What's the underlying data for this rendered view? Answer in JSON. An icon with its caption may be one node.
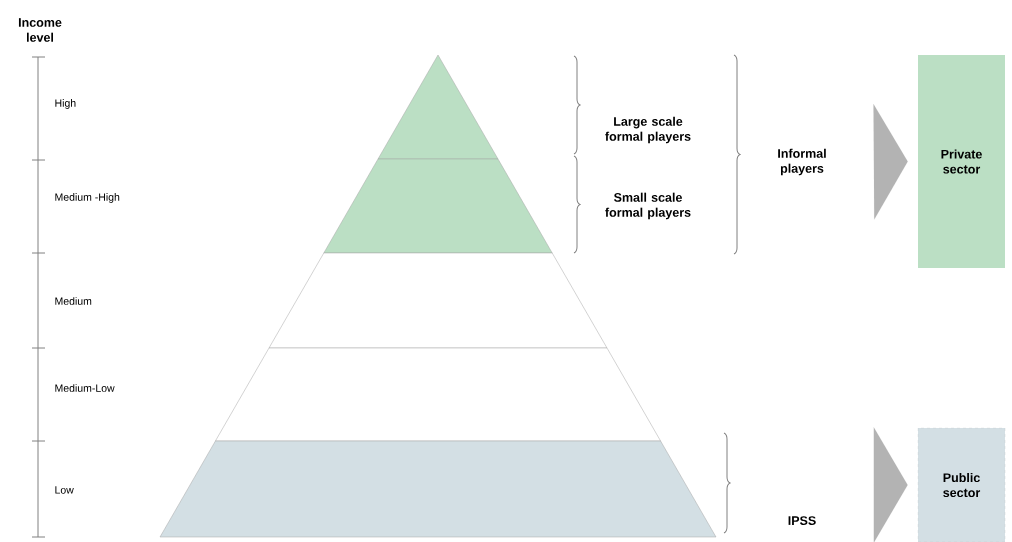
{
  "diagram": {
    "nodes": [
      {
        "text": [
          "Informal players"
        ]
      },
      {
        "text": [
          "Private sector"
        ]
      },
      {
        "text": [
          "IPSS"
        ]
      },
      {
        "text": [
          "Public sector"
        ]
      }
    ],
    "edges": [
      {
        "from": 0,
        "to": 1,
        "arrow": "to"
      },
      {
        "from": 2,
        "to": 3,
        "arrow": "to"
      }
    ],
    "labels": [
      "Income level",
      "High",
      "Medium -High",
      "Medium",
      "Medium-Low",
      "Low",
      "Large scale formal players",
      "Small scale formal players"
    ]
  }
}
